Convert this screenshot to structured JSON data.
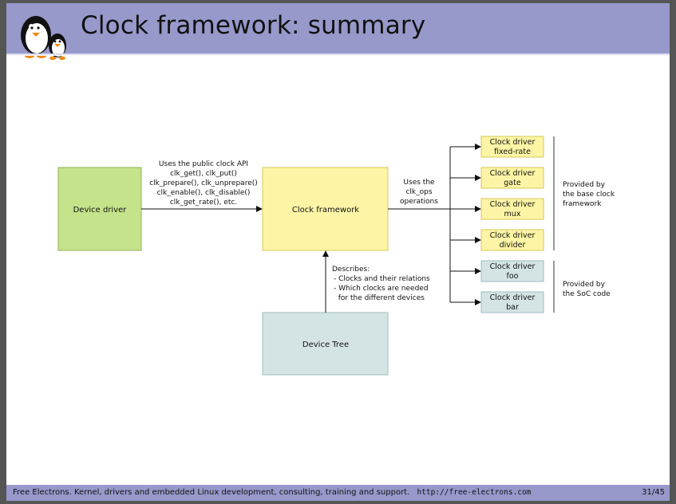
{
  "header": {
    "title": "Clock framework: summary"
  },
  "diagram": {
    "device_driver": "Device driver",
    "clock_framework": "Clock framework",
    "device_tree": "Device Tree",
    "api_lines": [
      "Uses the public clock API",
      "clk_get(), clk_put()",
      "clk_prepare(), clk_unprepare()",
      "clk_enable(), clk_disable()",
      "clk_get_rate(), etc."
    ],
    "ops_lines": [
      "Uses the",
      "clk_ops",
      "operations"
    ],
    "describes_lines": [
      "Describes:",
      "- Clocks and their relations",
      "- Which clocks are needed",
      "  for the different devices"
    ],
    "drivers": [
      {
        "line1": "Clock driver",
        "line2": "fixed-rate",
        "group": "base"
      },
      {
        "line1": "Clock driver",
        "line2": "gate",
        "group": "base"
      },
      {
        "line1": "Clock driver",
        "line2": "mux",
        "group": "base"
      },
      {
        "line1": "Clock driver",
        "line2": "divider",
        "group": "base"
      },
      {
        "line1": "Clock driver",
        "line2": "foo",
        "group": "soc"
      },
      {
        "line1": "Clock driver",
        "line2": "bar",
        "group": "soc"
      }
    ],
    "base_note": [
      "Provided by",
      "the base clock",
      "framework"
    ],
    "soc_note": [
      "Provided by",
      "the SoC code"
    ]
  },
  "colors": {
    "header_bg": "#9799cb",
    "green_box": "#c5e38b",
    "yellow_box": "#fdf5a5",
    "blue_box": "#d4e4e4"
  },
  "footer": {
    "text": "Free Electrons. Kernel, drivers and embedded Linux development, consulting, training and support.",
    "url": "http://free-electrons.com",
    "page": "31/45"
  }
}
